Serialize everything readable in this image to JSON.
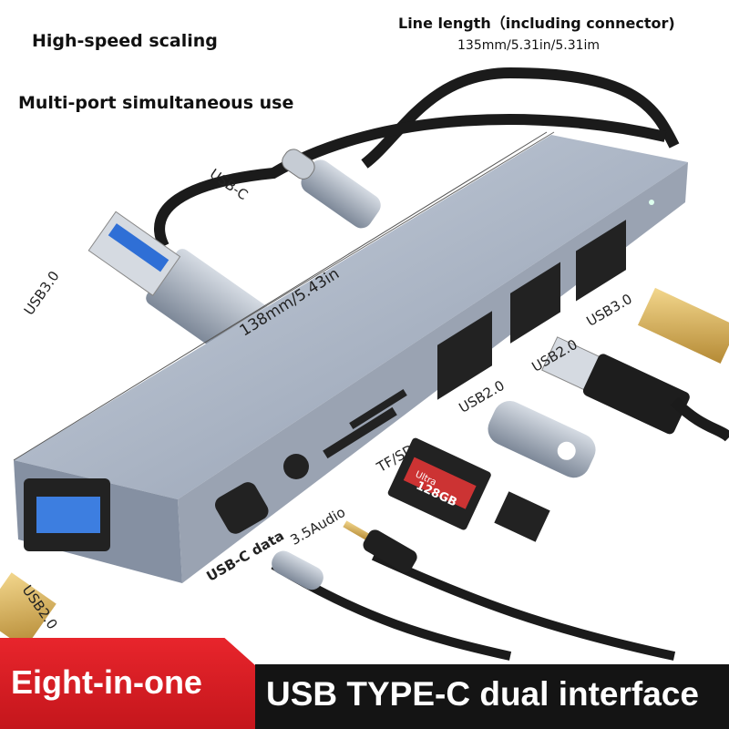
{
  "headline": {
    "high_speed": "High-speed scaling",
    "multi_port": "Multi-port simultaneous use",
    "line_length_title": "Line length（including connector)",
    "line_length_value": "135mm/5.31in/5.31im"
  },
  "labels": {
    "usb_c": "USB-C",
    "usb3_cable": "USB3.0",
    "hub_length": "138mm/5.43in",
    "usb2_a": "USB2.0",
    "usb2_b": "USB2.0",
    "usb3_port": "USB3.0",
    "tf_sd": "TF/SD",
    "audio": "3.5Audio",
    "usb_c_data": "USB-C data",
    "usb2_side": "USB2.0",
    "sd_card": "128GB",
    "sd_brand": "Ultra"
  },
  "banner": {
    "left": "Eight-in-one",
    "right": "USB TYPE-C dual interface"
  },
  "colors": {
    "banner_red": "#e02027",
    "banner_black": "#141414",
    "hub_body": "#aeb8c8",
    "port_blue": "#3d7ee0",
    "connector_gold": "#d8b25a"
  }
}
